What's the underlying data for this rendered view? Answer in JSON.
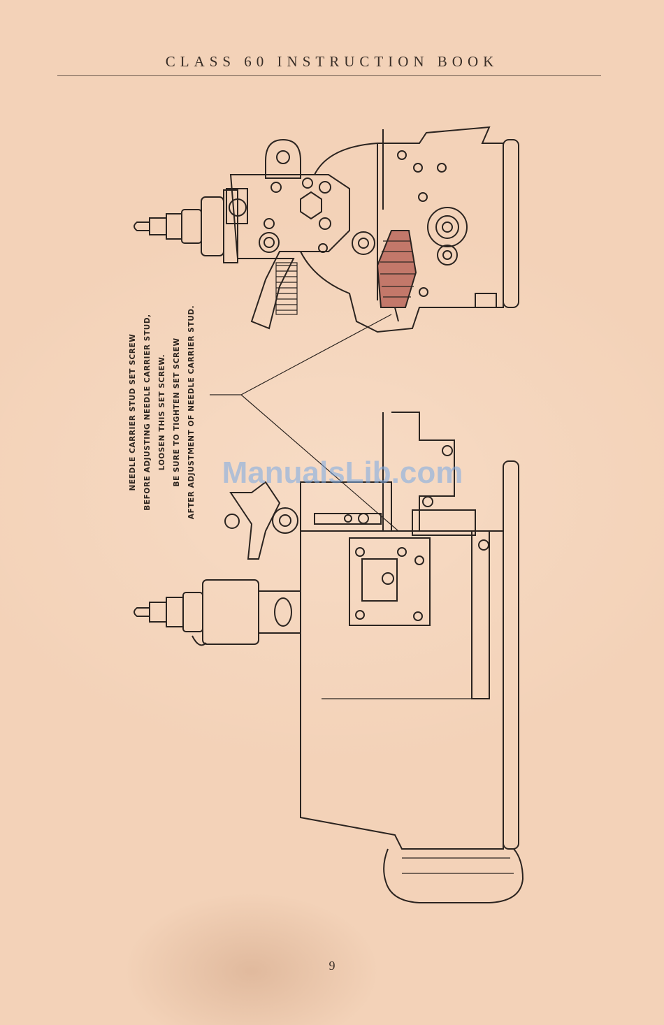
{
  "header": {
    "title": "CLASS 60 INSTRUCTION BOOK"
  },
  "callout": {
    "lines": [
      "NEEDLE CARRIER STUD SET SCREW",
      "BEFORE ADJUSTING NEEDLE CARRIER STUD,",
      "LOOSEN THIS SET SCREW.",
      "BE SURE TO TIGHTEN SET SCREW",
      "AFTER ADJUSTMENT OF NEEDLE CARRIER STUD."
    ]
  },
  "watermark": {
    "text": "ManualsLib.com"
  },
  "footer": {
    "page_number": "9"
  },
  "colors": {
    "paper": "#f3d2b8",
    "ink": "#2b2420",
    "watermark": "#78aae6"
  }
}
